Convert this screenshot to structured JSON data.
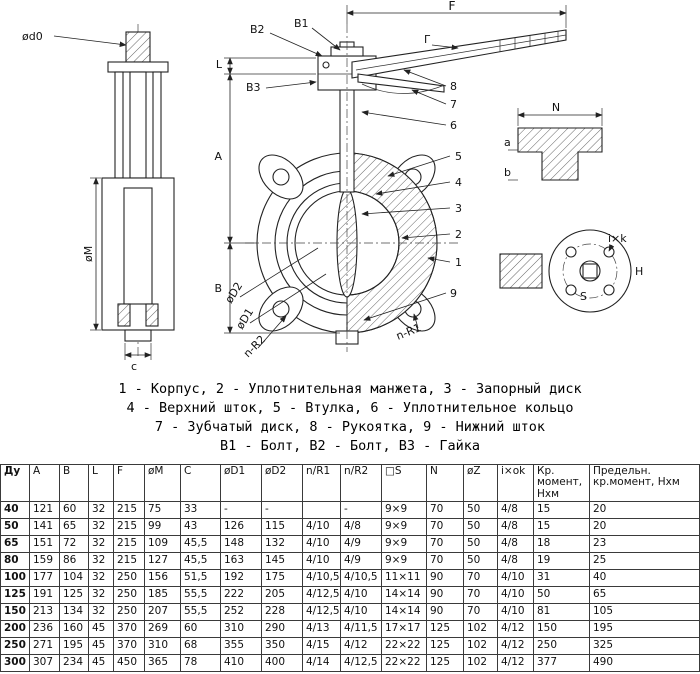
{
  "drawing": {
    "side_view": {
      "d0": "ød0",
      "m": "øM",
      "c": "c"
    },
    "front_view": {
      "f": "F",
      "l": "L",
      "a": "A",
      "b": "B",
      "g": "Г",
      "b1": "В1",
      "b2": "В2",
      "b3": "В3",
      "d1": "øD1",
      "d2": "øD2",
      "nr1": "n-R1",
      "nr2": "n-R2",
      "callouts": {
        "c1": "1",
        "c2": "2",
        "c3": "3",
        "c4": "4",
        "c5": "5",
        "c6": "6",
        "c7": "7",
        "c8": "8",
        "c9": "9"
      }
    },
    "details": {
      "n": "N",
      "a": "a",
      "b": "b",
      "ixk": "i×k",
      "s": "S",
      "h": "H"
    }
  },
  "legend": {
    "lines": [
      "1 - Корпус, 2 - Уплотнительная манжета, 3 - Запорный диск",
      "4 - Верхний шток, 5 - Втулка, 6 - Уплотнительное кольцо",
      "7 - Зубчатый диск, 8 - Рукоятка, 9 - Нижний шток",
      "В1 - Болт, В2 - Болт, В3 - Гайка"
    ]
  },
  "table": {
    "headers": [
      "Ду",
      "A",
      "B",
      "L",
      "F",
      "øM",
      "C",
      "øD1",
      "øD2",
      "n/R1",
      "n/R2",
      "□S",
      "N",
      "øZ",
      "i×ok",
      "Кр. момент, Нхм",
      "Предельн. кр.момент, Нхм"
    ],
    "rows": [
      [
        "40",
        "121",
        "60",
        "32",
        "215",
        "75",
        "33",
        "-",
        "-",
        "",
        "-",
        "9×9",
        "70",
        "50",
        "4/8",
        "15",
        "20"
      ],
      [
        "50",
        "141",
        "65",
        "32",
        "215",
        "99",
        "43",
        "126",
        "115",
        "4/10",
        "4/8",
        "9×9",
        "70",
        "50",
        "4/8",
        "15",
        "20"
      ],
      [
        "65",
        "151",
        "72",
        "32",
        "215",
        "109",
        "45,5",
        "148",
        "132",
        "4/10",
        "4/9",
        "9×9",
        "70",
        "50",
        "4/8",
        "18",
        "23"
      ],
      [
        "80",
        "159",
        "86",
        "32",
        "215",
        "127",
        "45,5",
        "163",
        "145",
        "4/10",
        "4/9",
        "9×9",
        "70",
        "50",
        "4/8",
        "19",
        "25"
      ],
      [
        "100",
        "177",
        "104",
        "32",
        "250",
        "156",
        "51,5",
        "192",
        "175",
        "4/10,5",
        "4/10,5",
        "11×11",
        "90",
        "70",
        "4/10",
        "31",
        "40"
      ],
      [
        "125",
        "191",
        "125",
        "32",
        "250",
        "185",
        "55,5",
        "222",
        "205",
        "4/12,5",
        "4/10",
        "14×14",
        "90",
        "70",
        "4/10",
        "50",
        "65"
      ],
      [
        "150",
        "213",
        "134",
        "32",
        "250",
        "207",
        "55,5",
        "252",
        "228",
        "4/12,5",
        "4/10",
        "14×14",
        "90",
        "70",
        "4/10",
        "81",
        "105"
      ],
      [
        "200",
        "236",
        "160",
        "45",
        "370",
        "269",
        "60",
        "310",
        "290",
        "4/13",
        "4/11,5",
        "17×17",
        "125",
        "102",
        "4/12",
        "150",
        "195"
      ],
      [
        "250",
        "271",
        "195",
        "45",
        "370",
        "310",
        "68",
        "355",
        "350",
        "4/15",
        "4/12",
        "22×22",
        "125",
        "102",
        "4/12",
        "250",
        "325"
      ],
      [
        "300",
        "307",
        "234",
        "45",
        "450",
        "365",
        "78",
        "410",
        "400",
        "4/14",
        "4/12,5",
        "22×22",
        "125",
        "102",
        "4/12",
        "377",
        "490"
      ]
    ]
  }
}
